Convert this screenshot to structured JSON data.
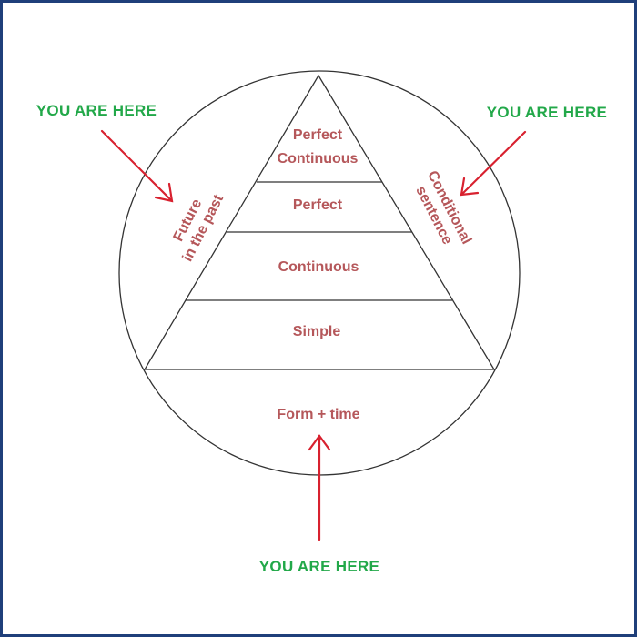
{
  "colors": {
    "frame": "#1f3f7a",
    "outline": "#333333",
    "label": "#b5575a",
    "marker": "#22a849",
    "arrow": "#d8212f"
  },
  "pyramid": {
    "levels": [
      {
        "line1": "Perfect",
        "line2": "Continuous"
      },
      {
        "line1": "Perfect"
      },
      {
        "line1": "Continuous"
      },
      {
        "line1": "Simple"
      }
    ],
    "base": "Form + time"
  },
  "sides": {
    "left": {
      "line1": "Future",
      "line2": "in the past"
    },
    "right": {
      "line1": "Conditional",
      "line2": "sentence"
    }
  },
  "markers": {
    "left": "YOU ARE HERE",
    "right": "YOU ARE HERE",
    "bottom": "YOU ARE HERE"
  }
}
